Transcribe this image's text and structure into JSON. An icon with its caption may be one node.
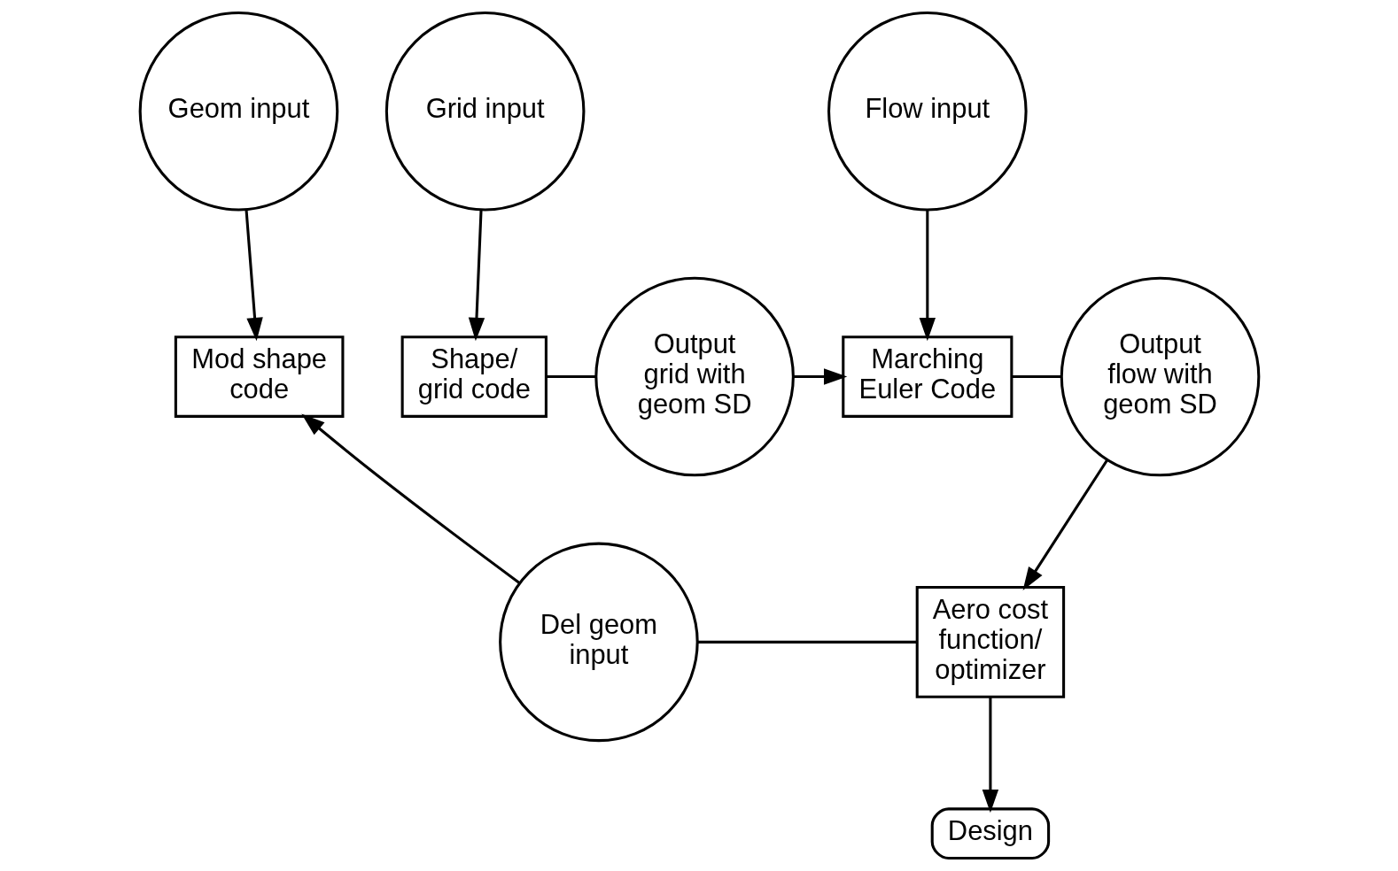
{
  "diagram": {
    "nodes": [
      {
        "text": [
          "Geom input"
        ]
      },
      {
        "text": [
          "Grid input"
        ]
      },
      {
        "text": [
          "Flow input"
        ]
      },
      {
        "text": [
          "Mod shape code"
        ]
      },
      {
        "text": [
          "Shape/ grid code"
        ]
      },
      {
        "text": [
          "Output grid with geom SD"
        ]
      },
      {
        "text": [
          "Output flow with geom SD"
        ]
      },
      {
        "text": [
          "Marching Euler Code"
        ]
      },
      {
        "text": [
          "Del geom input"
        ]
      },
      {
        "text": [
          "Aero cost function/ optimizer"
        ]
      },
      {
        "text": [
          "Design"
        ]
      }
    ],
    "edges": [
      {
        "from": 0,
        "to": 3,
        "arrow": "to"
      },
      {
        "from": 1,
        "to": 4,
        "arrow": "to"
      },
      {
        "from": 8,
        "to": 3,
        "arrow": "to"
      },
      {
        "from": 4,
        "to": 5,
        "arrow": "none"
      },
      {
        "from": 5,
        "to": 7,
        "arrow": "to"
      },
      {
        "from": 2,
        "to": 7,
        "arrow": "to"
      },
      {
        "from": 7,
        "to": 6,
        "arrow": "none"
      },
      {
        "from": 6,
        "to": 9,
        "arrow": "to"
      },
      {
        "from": 8,
        "to": 9,
        "arrow": "none"
      },
      {
        "from": 9,
        "to": 10,
        "arrow": "to"
      }
    ]
  }
}
